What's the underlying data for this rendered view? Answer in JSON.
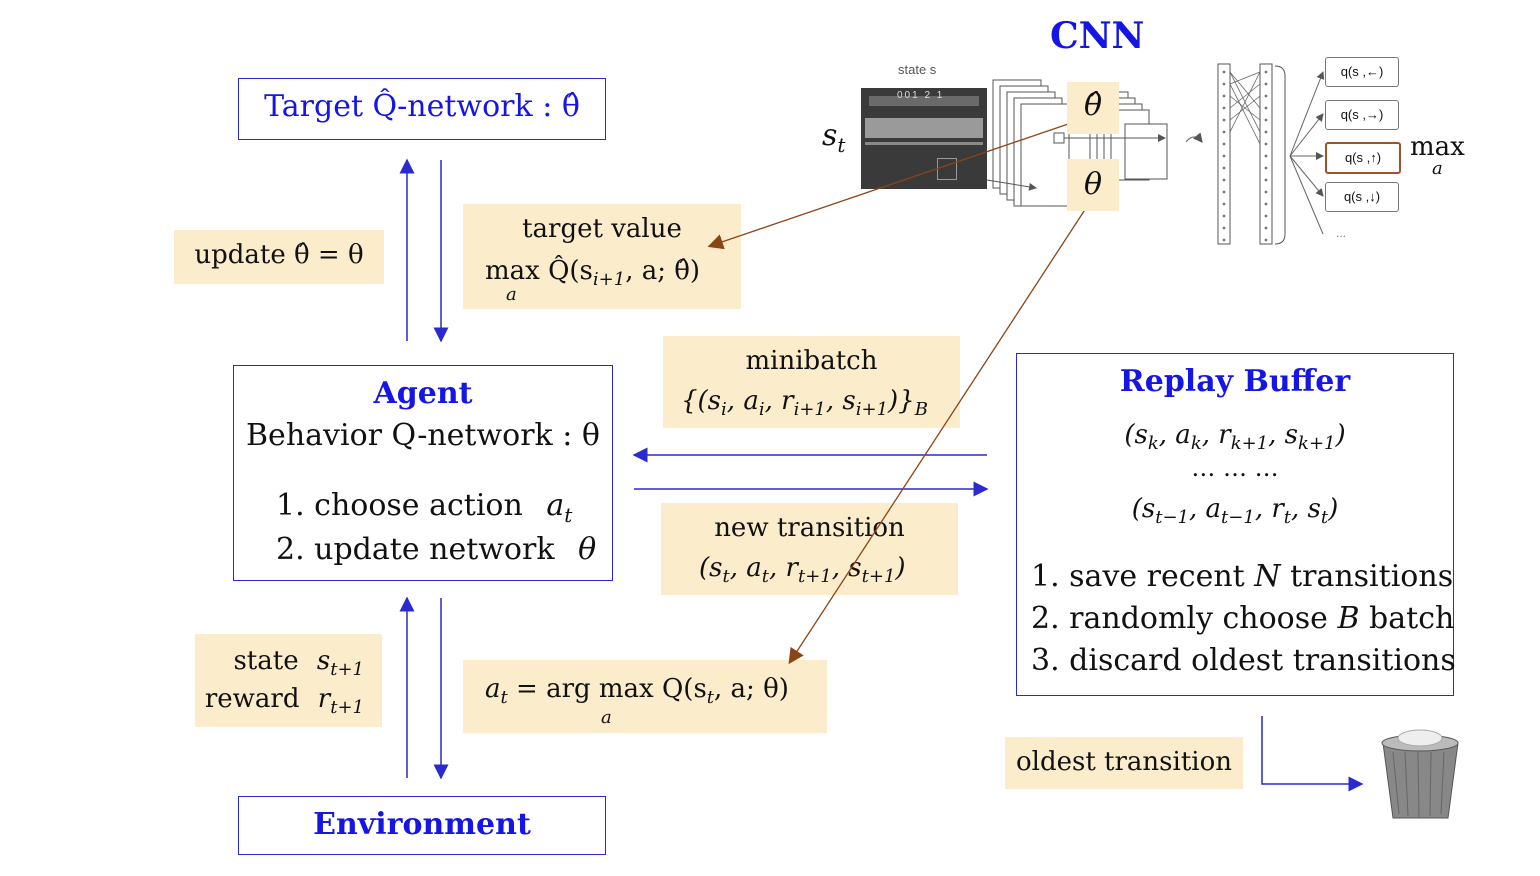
{
  "target_box": {
    "label": "Target Q̂-network : θ̂"
  },
  "update_note": {
    "text": "update θ̂ = θ"
  },
  "target_value_note": {
    "line1": "target value",
    "line2": "max Q̂(s",
    "sub_i1": "i+1",
    "tail": ", a; θ̂)",
    "under": "a"
  },
  "agent_box": {
    "title": "Agent",
    "behavior": "Behavior Q-network : θ",
    "step1": "1. choose action",
    "step1_var": "a",
    "step1_sub": "t",
    "step2": "2. update network",
    "step2_var": "θ"
  },
  "minibatch_note": {
    "line1": "minibatch",
    "line2": "{(s",
    "sub_i": "i",
    "mid": ", a",
    "mid2": ", r",
    "sub_r": "i+1",
    "mid3": ", s",
    "end": ")}",
    "sub_B": "B"
  },
  "new_transition_note": {
    "line1": "new transition",
    "line2_a": "(s",
    "sub_t": "t",
    "line2_b": ", a",
    "line2_c": ", r",
    "sub_t1": "t+1",
    "line2_d": ", s",
    "line2_e": ")"
  },
  "replay_box": {
    "title": "Replay Buffer",
    "tuple1": "(s",
    "tuple1_k": "k",
    "dots": "… … …",
    "item1": "1. save recent",
    "item1_var": "N",
    "item1_tail": "transitions",
    "item2": "2. randomly choose",
    "item2_var": "B",
    "item2_tail": "batch",
    "item3": "3. discard oldest transitions"
  },
  "state_reward_note": {
    "state": "state",
    "state_var": "s",
    "state_sub": "t+1",
    "reward": "reward",
    "reward_var": "r",
    "reward_sub": "t+1"
  },
  "action_note": {
    "lhs": "a",
    "lhs_sub": "t",
    "eq": " = arg max Q(s",
    "s_sub": "t",
    "tail": ", a; θ)",
    "under": "a"
  },
  "environment_box": {
    "title": "Environment"
  },
  "oldest_note": {
    "text": "oldest transition"
  },
  "cnn": {
    "title": "CNN",
    "state_label": "state s",
    "st_label": "s",
    "st_sub": "t",
    "theta_hat": "θ̂",
    "theta": "θ",
    "outputs": [
      "q(s ,←)",
      "q(s ,→)",
      "q(s ,↑)",
      "q(s ,↓)"
    ],
    "more": "...",
    "max_label": "max",
    "max_under": "a",
    "score": "001 2 1"
  },
  "colors": {
    "box_border": "#2a2ad0",
    "title_blue": "#1515e6",
    "note_bg": "#fbeccb",
    "brown_arrow": "#8b4513"
  }
}
